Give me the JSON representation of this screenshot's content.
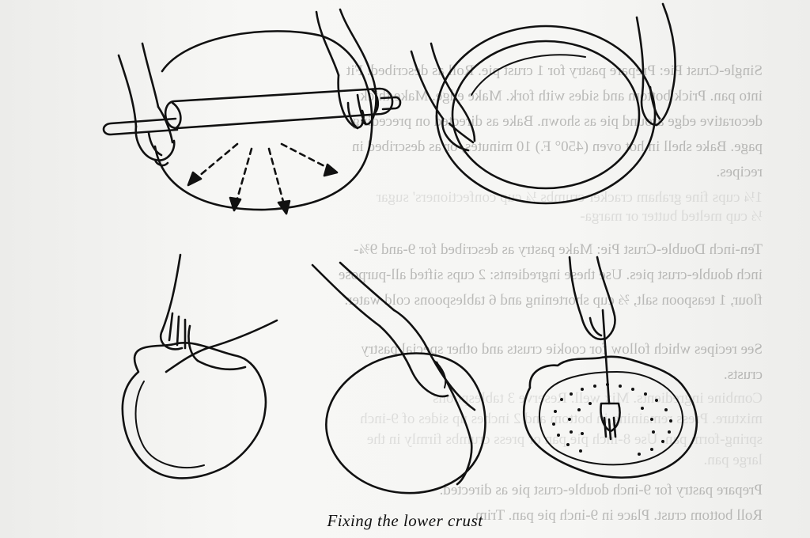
{
  "caption": "Fixing the lower crust",
  "bleed_lines": [
    "Single-Crust Pie: Prepare pastry for 1 crust pie. Roll as described. Fit",
    "into pan. Prick bottom and sides with fork. Make edge. Make thick",
    "decorative edge around pie as shown. Bake as directed on preceding",
    "page. Bake shell in hot oven (450° F.) 10 minutes, or as described in",
    "recipes.",
    "Ten-inch Double-Crust Pie: Make pastry as described for 9-and 9¾-",
    "inch double-crust pies. Use these ingredients: 2 cups sifted all-purpose",
    "flour, 1 teaspoon salt, ⅔ cup shortening and 6 tablespoons cold water.",
    "See recipes which follow for cookie crusts and other special pastry",
    "crusts.",
    "Prepare pastry for 9-inch double-crust pie as directed.",
    "Roll bottom crust. Place in 9-inch pie pan. Trim."
  ],
  "bleed_faint": [
    "1¼ cups fine graham cracker crumbs   ¼ cup confectioners' sugar",
    "                                      ⅓ cup melted butter or marga-",
    "Combine ingredients. Mix well. Reserve 3 tablespoons",
    "mixture. Press remaining in bottom and 2 inches up sides of 9-inch",
    "spring-form pan. Use 8-inch pie pan or press crumbs firmly in the",
    "large pan."
  ]
}
